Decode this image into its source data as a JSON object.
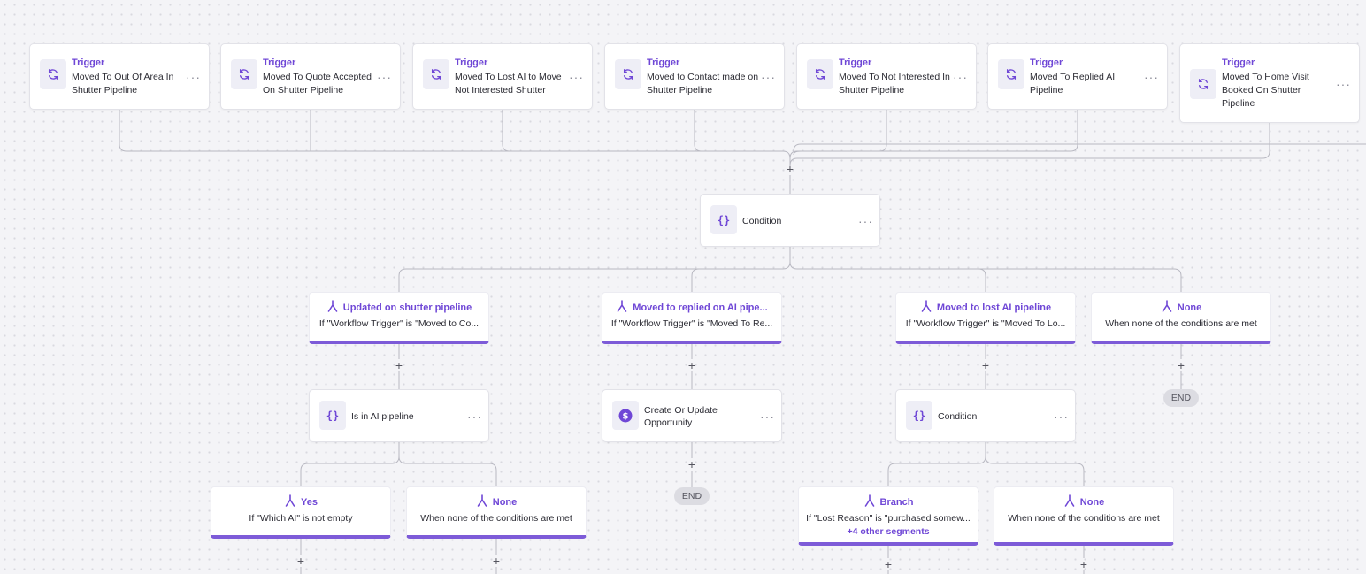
{
  "triggers": [
    {
      "title": "Trigger",
      "desc": "Moved To Out Of Area In Shutter Pipeline"
    },
    {
      "title": "Trigger",
      "desc": "Moved To Quote Accepted On Shutter Pipeline"
    },
    {
      "title": "Trigger",
      "desc": "Moved To Lost AI to Move Not Interested Shutter"
    },
    {
      "title": "Trigger",
      "desc": "Moved to Contact made on Shutter Pipeline"
    },
    {
      "title": "Trigger",
      "desc": "Moved To Not Interested In Shutter Pipeline"
    },
    {
      "title": "Trigger",
      "desc": "Moved To Replied AI Pipeline"
    },
    {
      "title": "Trigger",
      "desc": "Moved To Home Visit Booked On Shutter Pipeline"
    }
  ],
  "main_condition": {
    "label": "Condition",
    "icon": "braces-icon"
  },
  "branches_level1": [
    {
      "title": "Updated on shutter pipeline",
      "desc": "If \"Workflow Trigger\" is \"Moved to Co..."
    },
    {
      "title": "Moved to replied on AI pipe...",
      "desc": "If \"Workflow Trigger\" is \"Moved To Re..."
    },
    {
      "title": "Moved to lost AI pipeline",
      "desc": "If \"Workflow Trigger\" is \"Moved To Lo..."
    },
    {
      "title": "None",
      "desc": "When none of the conditions are met"
    }
  ],
  "nodes_level2": [
    {
      "label": "Is in AI pipeline",
      "icon": "braces-icon"
    },
    {
      "label": "Create Or Update Opportunity",
      "icon": "dollar-icon"
    },
    {
      "label": "Condition",
      "icon": "braces-icon"
    }
  ],
  "branches_level2": [
    {
      "title": "Yes",
      "desc": "If \"Which AI\" is not empty"
    },
    {
      "title": "None",
      "desc": "When none of the conditions are met"
    },
    {
      "title": "Branch",
      "desc": "If \"Lost Reason\" is \"purchased somew...",
      "extra": "+4 other segments"
    },
    {
      "title": "None",
      "desc": "When none of the conditions are met"
    }
  ],
  "end_label": "END",
  "plus_symbol": "+",
  "menu_symbol": "···",
  "colors": {
    "accent": "#6f47d6",
    "branch_bar": "#7d5bd8",
    "wire": "#b9b9c2",
    "canvas": "#f4f4f7"
  }
}
